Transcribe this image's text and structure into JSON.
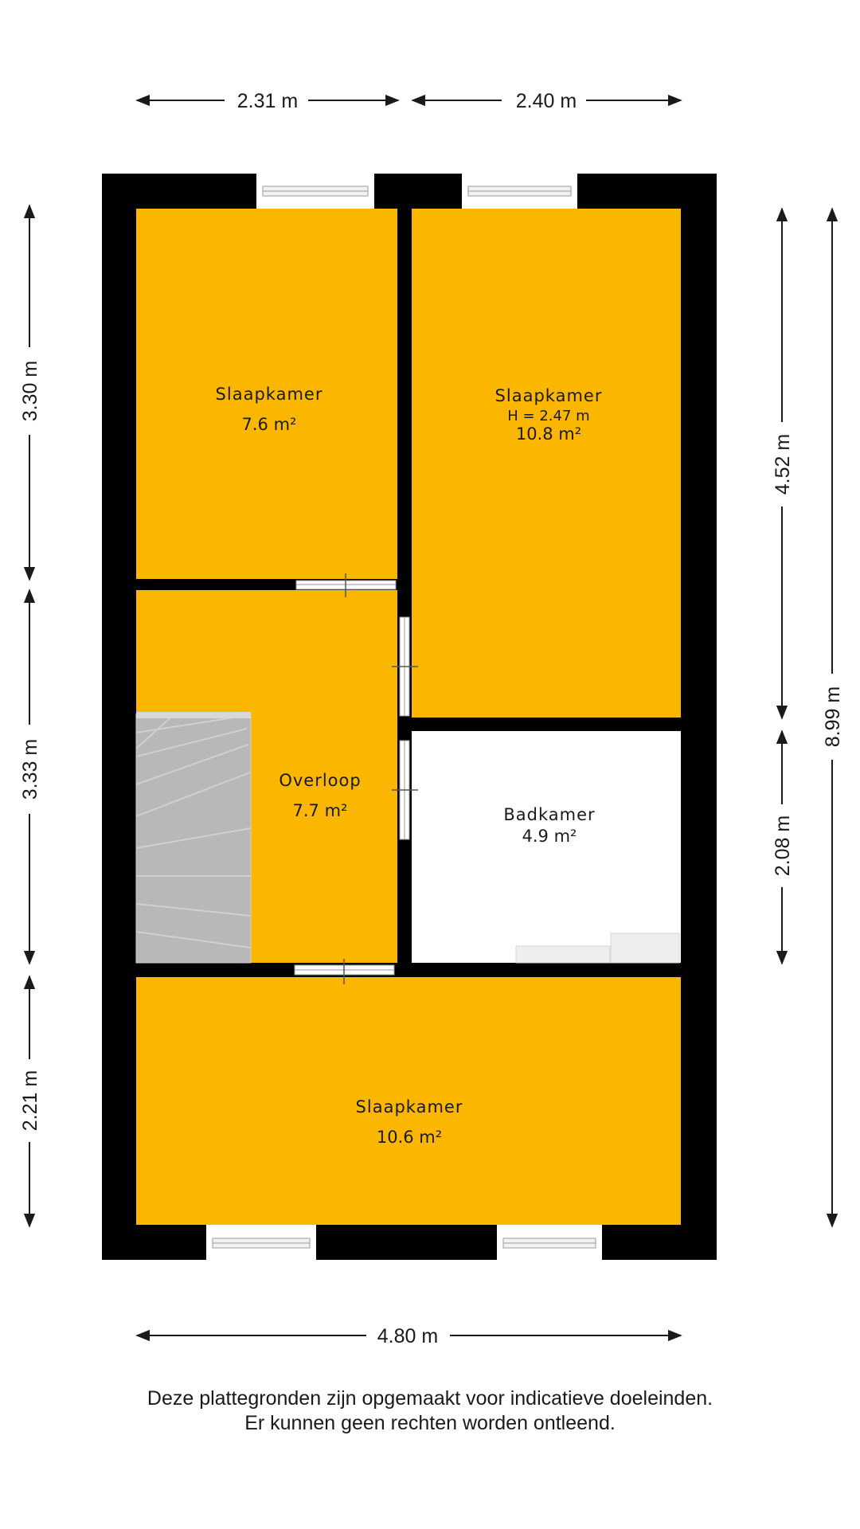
{
  "rooms": {
    "slaapkamer_top_left": {
      "name": "Slaapkamer",
      "area": "7.6 m²"
    },
    "slaapkamer_top_right": {
      "name": "Slaapkamer",
      "height": "H = 2.47 m",
      "area": "10.8 m²"
    },
    "overloop": {
      "name": "Overloop",
      "area": "7.7 m²"
    },
    "badkamer": {
      "name": "Badkamer",
      "area": "4.9 m²"
    },
    "slaapkamer_bottom": {
      "name": "Slaapkamer",
      "area": "10.6 m²"
    }
  },
  "dimensions": {
    "top_left": "2.31 m",
    "top_right": "2.40 m",
    "bottom": "4.80 m",
    "left_top": "3.30 m",
    "left_middle": "3.33 m",
    "left_bottom": "2.21 m",
    "right_top": "4.52 m",
    "right_bottom": "2.08 m",
    "right_total": "8.99 m"
  },
  "disclaimer": {
    "line1": "Deze plattegronden zijn opgemaakt voor indicatieve doeleinden.",
    "line2": "Er kunnen geen rechten worden ontleend."
  },
  "colors": {
    "room_fill": "#FBB600",
    "wall": "#000000",
    "bathroom_fill": "#FFFFFF",
    "stairs": "#B8B8B8"
  }
}
